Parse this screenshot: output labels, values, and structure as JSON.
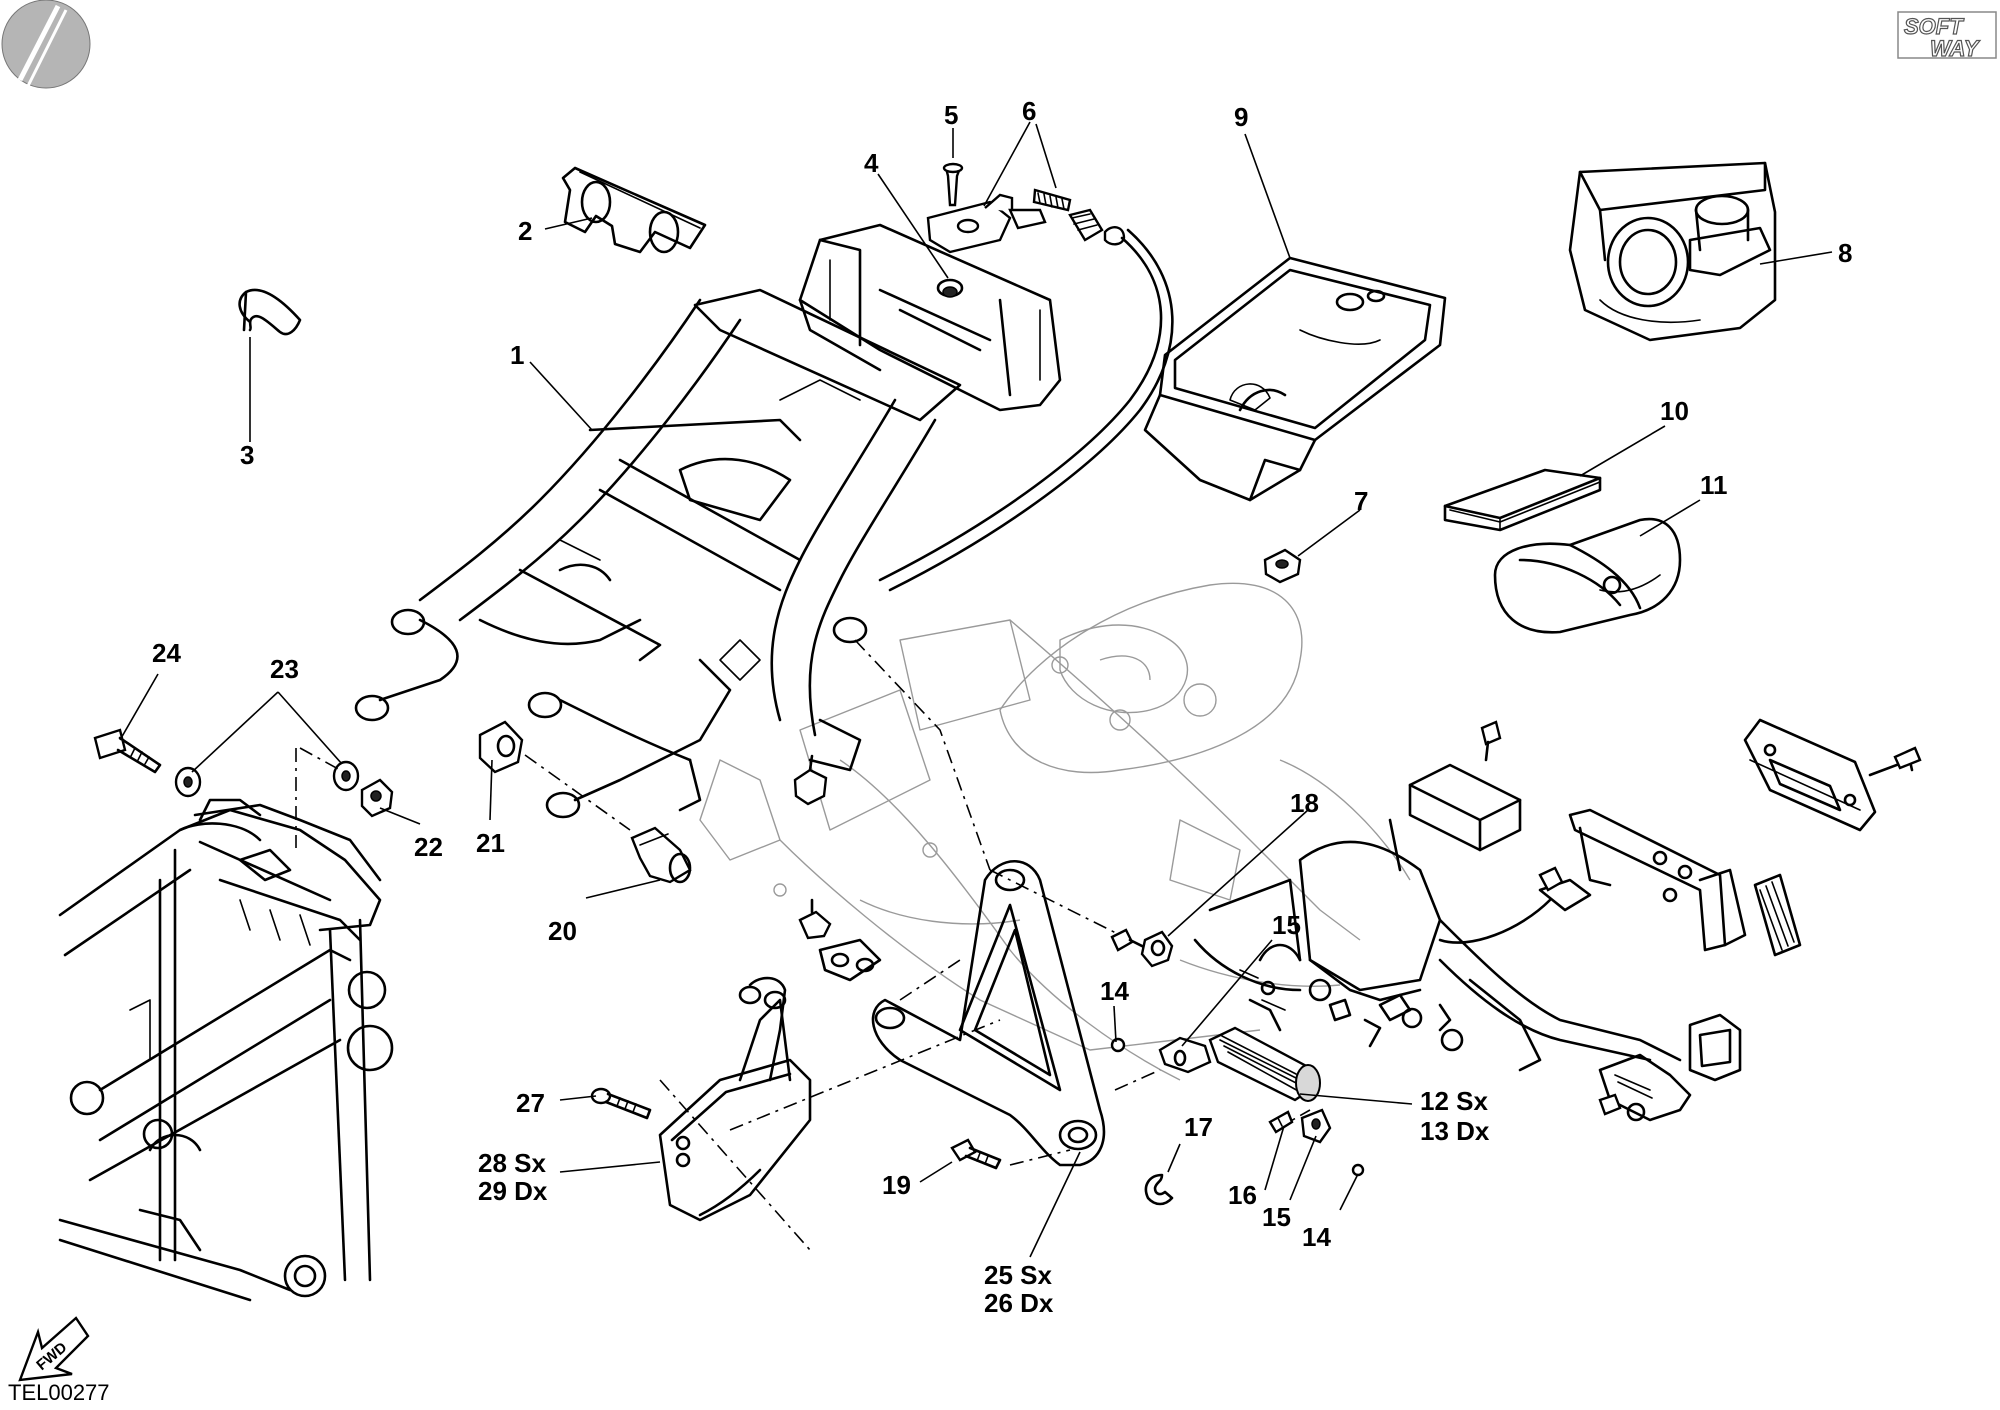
{
  "diagram": {
    "drawing_code": "TEL00277",
    "brand_logo_text": [
      "SOFT",
      "WAY"
    ],
    "direction_arrow_text": "FWD",
    "callouts": [
      {
        "id": "c1",
        "label": "1"
      },
      {
        "id": "c2",
        "label": "2"
      },
      {
        "id": "c3",
        "label": "3"
      },
      {
        "id": "c4",
        "label": "4"
      },
      {
        "id": "c5",
        "label": "5"
      },
      {
        "id": "c6",
        "label": "6"
      },
      {
        "id": "c7",
        "label": "7"
      },
      {
        "id": "c8",
        "label": "8"
      },
      {
        "id": "c9",
        "label": "9"
      },
      {
        "id": "c10",
        "label": "10"
      },
      {
        "id": "c11",
        "label": "11"
      },
      {
        "id": "c12",
        "label": "12 Sx"
      },
      {
        "id": "c13",
        "label": "13 Dx"
      },
      {
        "id": "c14a",
        "label": "14"
      },
      {
        "id": "c14b",
        "label": "14"
      },
      {
        "id": "c15a",
        "label": "15"
      },
      {
        "id": "c15b",
        "label": "15"
      },
      {
        "id": "c16",
        "label": "16"
      },
      {
        "id": "c17",
        "label": "17"
      },
      {
        "id": "c18",
        "label": "18"
      },
      {
        "id": "c19",
        "label": "19"
      },
      {
        "id": "c20",
        "label": "20"
      },
      {
        "id": "c21",
        "label": "21"
      },
      {
        "id": "c22",
        "label": "22"
      },
      {
        "id": "c23",
        "label": "23"
      },
      {
        "id": "c24",
        "label": "24"
      },
      {
        "id": "c25",
        "label": "25 Sx"
      },
      {
        "id": "c26",
        "label": "26 Dx"
      },
      {
        "id": "c27",
        "label": "27"
      },
      {
        "id": "c28",
        "label": "28 Sx"
      },
      {
        "id": "c29",
        "label": "29 Dx"
      }
    ]
  }
}
